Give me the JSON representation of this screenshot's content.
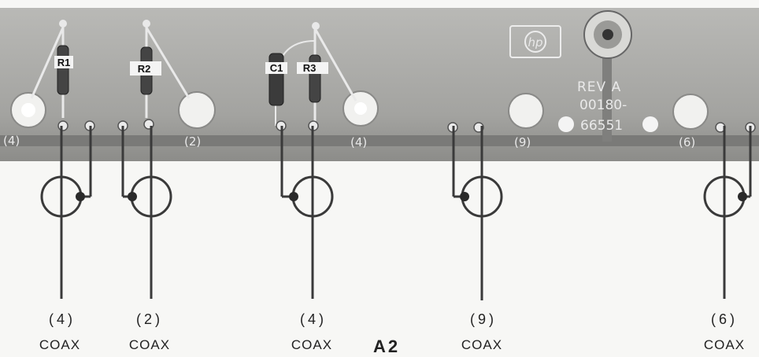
{
  "board": {
    "revision": "REV  A",
    "part_number_line1": "00180-",
    "part_number_line2": "66551",
    "logo": "hp",
    "assembly_label": "A2"
  },
  "components": [
    {
      "label": "R1"
    },
    {
      "label": "R2"
    },
    {
      "label": "C1"
    },
    {
      "label": "R3"
    }
  ],
  "pad_labels": [
    "(4)",
    "(2)",
    "(4)",
    "(9)",
    "(6)"
  ],
  "connectors": [
    {
      "number": "(4)",
      "type": "COAX"
    },
    {
      "number": "(2)",
      "type": "COAX"
    },
    {
      "number": "(4)",
      "type": "COAX"
    },
    {
      "number": "(9)",
      "type": "COAX"
    },
    {
      "number": "(6)",
      "type": "COAX"
    }
  ]
}
